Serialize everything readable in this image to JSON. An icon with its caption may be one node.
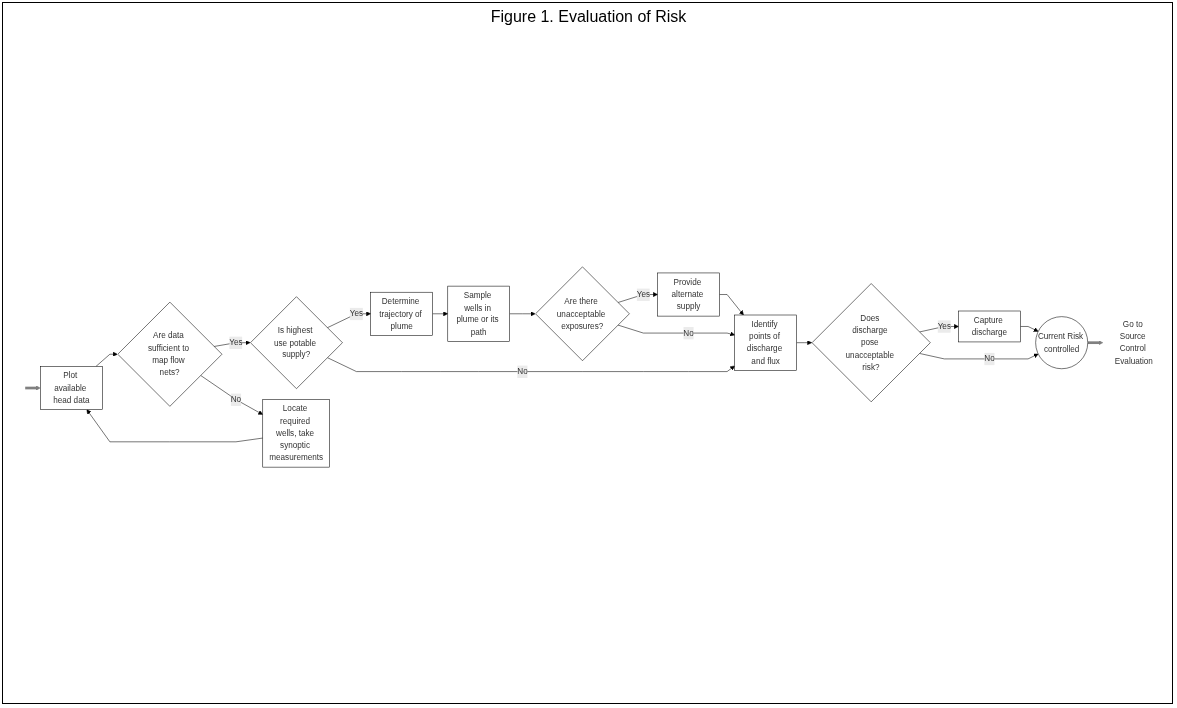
{
  "diagram": {
    "title": "Figure 1. Evaluation of Risk",
    "nodes": [
      {
        "text": [
          "Plot available head data"
        ]
      },
      {
        "text": [
          "Are data sufficient to map flow nets?"
        ]
      },
      {
        "text": [
          "Locate required wells, take synoptic measurements"
        ]
      },
      {
        "text": [
          "Is highest use potable supply?"
        ]
      },
      {
        "text": [
          "Determine trajectory of plume"
        ]
      },
      {
        "text": [
          "Sample wells in plume or its path"
        ]
      },
      {
        "text": [
          "Are there unacceptable exposures?"
        ]
      },
      {
        "text": [
          "Provide alternate supply"
        ]
      },
      {
        "text": [
          "Identify points of discharge and flux"
        ]
      },
      {
        "text": [
          "Does discharge pose unacceptable risk?"
        ]
      },
      {
        "text": [
          "Capture discharge"
        ]
      },
      {
        "text": [
          "Current Risk controlled"
        ]
      },
      {
        "text": [
          "Go to Source Control Evaluation"
        ]
      }
    ],
    "edges": [
      {
        "from": null,
        "to": 0,
        "arrow": "to",
        "style": "thick",
        "color": "#808080"
      },
      {
        "from": 0,
        "to": 1,
        "arrow": "to"
      },
      {
        "from": 1,
        "to": 3,
        "arrow": "to",
        "label": "Yes"
      },
      {
        "from": 1,
        "to": 2,
        "arrow": "to",
        "label": "No"
      },
      {
        "from": 2,
        "to": 0,
        "arrow": "to"
      },
      {
        "from": 3,
        "to": 4,
        "arrow": "to",
        "label": "Yes"
      },
      {
        "from": 3,
        "to": 8,
        "arrow": "to",
        "label": "No"
      },
      {
        "from": 4,
        "to": 5,
        "arrow": "to"
      },
      {
        "from": 5,
        "to": 6,
        "arrow": "to"
      },
      {
        "from": 6,
        "to": 7,
        "arrow": "to",
        "label": "Yes"
      },
      {
        "from": 6,
        "to": 8,
        "arrow": "to",
        "label": "No"
      },
      {
        "from": 7,
        "to": 8,
        "arrow": "to"
      },
      {
        "from": 8,
        "to": 9,
        "arrow": "to"
      },
      {
        "from": 9,
        "to": 10,
        "arrow": "to",
        "label": "Yes"
      },
      {
        "from": 9,
        "to": 11,
        "arrow": "to",
        "label": "No"
      },
      {
        "from": 10,
        "to": 11,
        "arrow": "to"
      },
      {
        "from": 11,
        "to": 12,
        "arrow": "to",
        "style": "thick",
        "color": "#808080"
      }
    ]
  }
}
